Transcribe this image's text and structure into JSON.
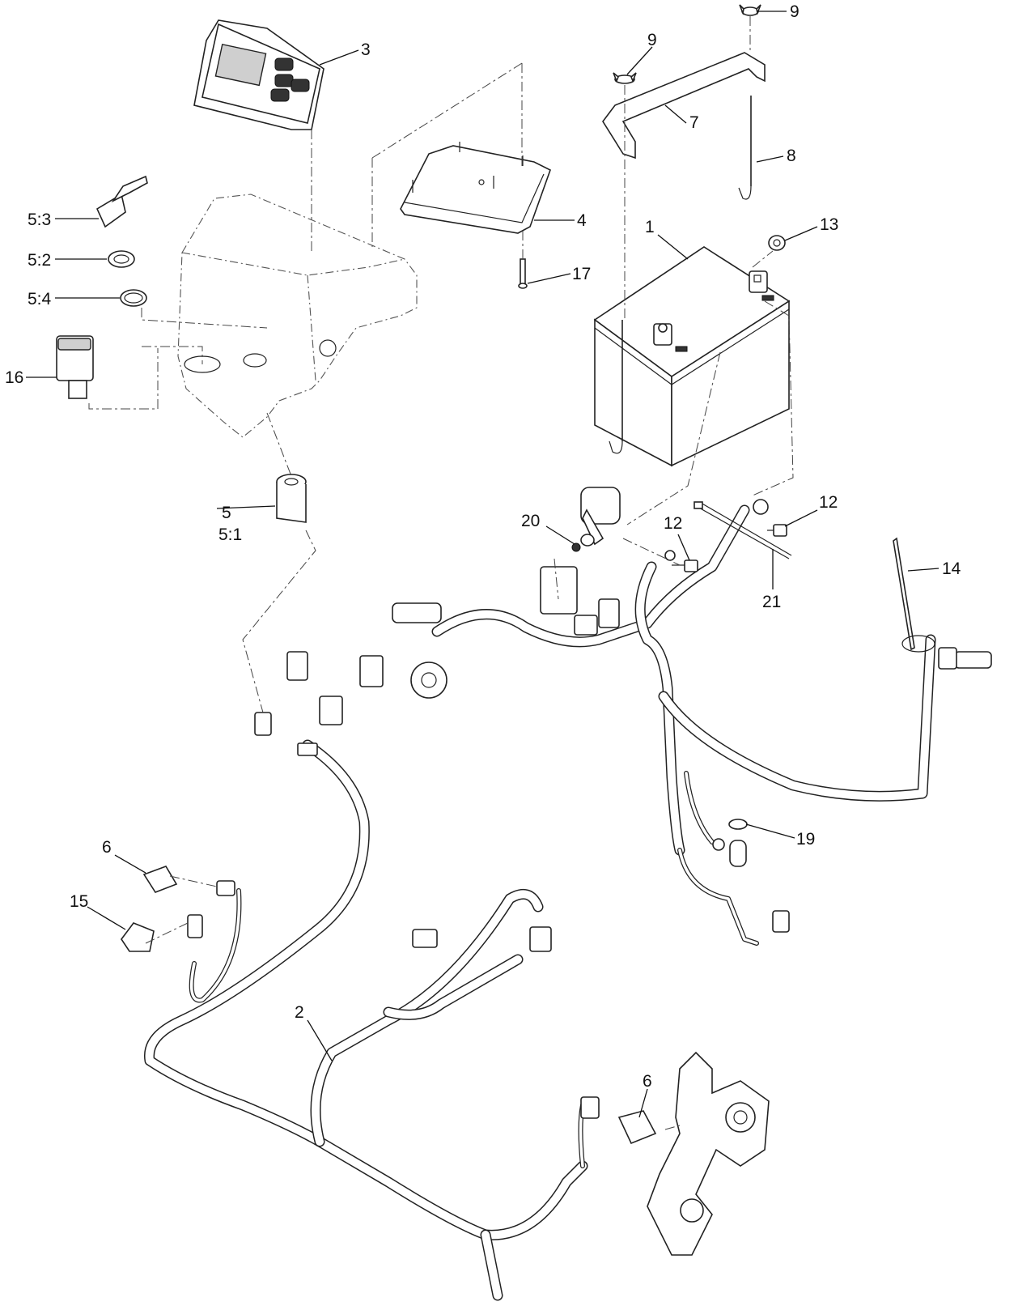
{
  "callouts": [
    {
      "id": "c1",
      "label": "1"
    },
    {
      "id": "c2",
      "label": "2"
    },
    {
      "id": "c3",
      "label": "3"
    },
    {
      "id": "c4",
      "label": "4"
    },
    {
      "id": "c5",
      "label": "5"
    },
    {
      "id": "c51",
      "label": "5:1"
    },
    {
      "id": "c52",
      "label": "5:2"
    },
    {
      "id": "c53",
      "label": "5:3"
    },
    {
      "id": "c54",
      "label": "5:4"
    },
    {
      "id": "c6a",
      "label": "6"
    },
    {
      "id": "c6b",
      "label": "6"
    },
    {
      "id": "c7",
      "label": "7"
    },
    {
      "id": "c8",
      "label": "8"
    },
    {
      "id": "c9a",
      "label": "9"
    },
    {
      "id": "c9b",
      "label": "9"
    },
    {
      "id": "c12a",
      "label": "12"
    },
    {
      "id": "c12b",
      "label": "12"
    },
    {
      "id": "c13",
      "label": "13"
    },
    {
      "id": "c14",
      "label": "14"
    },
    {
      "id": "c15",
      "label": "15"
    },
    {
      "id": "c16",
      "label": "16"
    },
    {
      "id": "c17",
      "label": "17"
    },
    {
      "id": "c19",
      "label": "19"
    },
    {
      "id": "c20",
      "label": "20"
    },
    {
      "id": "c21",
      "label": "21"
    }
  ]
}
